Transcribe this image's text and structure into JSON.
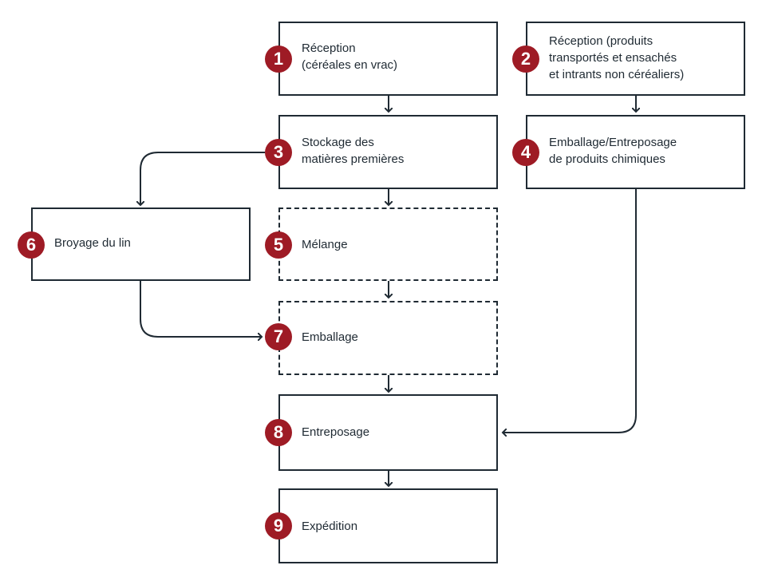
{
  "steps": [
    {
      "number": "1",
      "label": "Réception\n(céréales en vrac)"
    },
    {
      "number": "2",
      "label": "Réception (produits\ntransportés et ensachés\net intrants non céréaliers)"
    },
    {
      "number": "3",
      "label": "Stockage des\nmatières premières"
    },
    {
      "number": "4",
      "label": "Emballage/Entreposage\nde produits chimiques"
    },
    {
      "number": "5",
      "label": "Mélange"
    },
    {
      "number": "6",
      "label": "Broyage du lin"
    },
    {
      "number": "7",
      "label": "Emballage"
    },
    {
      "number": "8",
      "label": "Entreposage"
    },
    {
      "number": "9",
      "label": "Expédition"
    }
  ],
  "colors": {
    "badge": "#9e1b25",
    "line": "#1f2a33"
  },
  "connections": [
    {
      "from": "1",
      "to": "3"
    },
    {
      "from": "2",
      "to": "4"
    },
    {
      "from": "3",
      "to": "5"
    },
    {
      "from": "3",
      "to": "6"
    },
    {
      "from": "5",
      "to": "7"
    },
    {
      "from": "6",
      "to": "7"
    },
    {
      "from": "7",
      "to": "8"
    },
    {
      "from": "4",
      "to": "8"
    },
    {
      "from": "8",
      "to": "9"
    }
  ],
  "dashed_steps": [
    "5",
    "7"
  ]
}
